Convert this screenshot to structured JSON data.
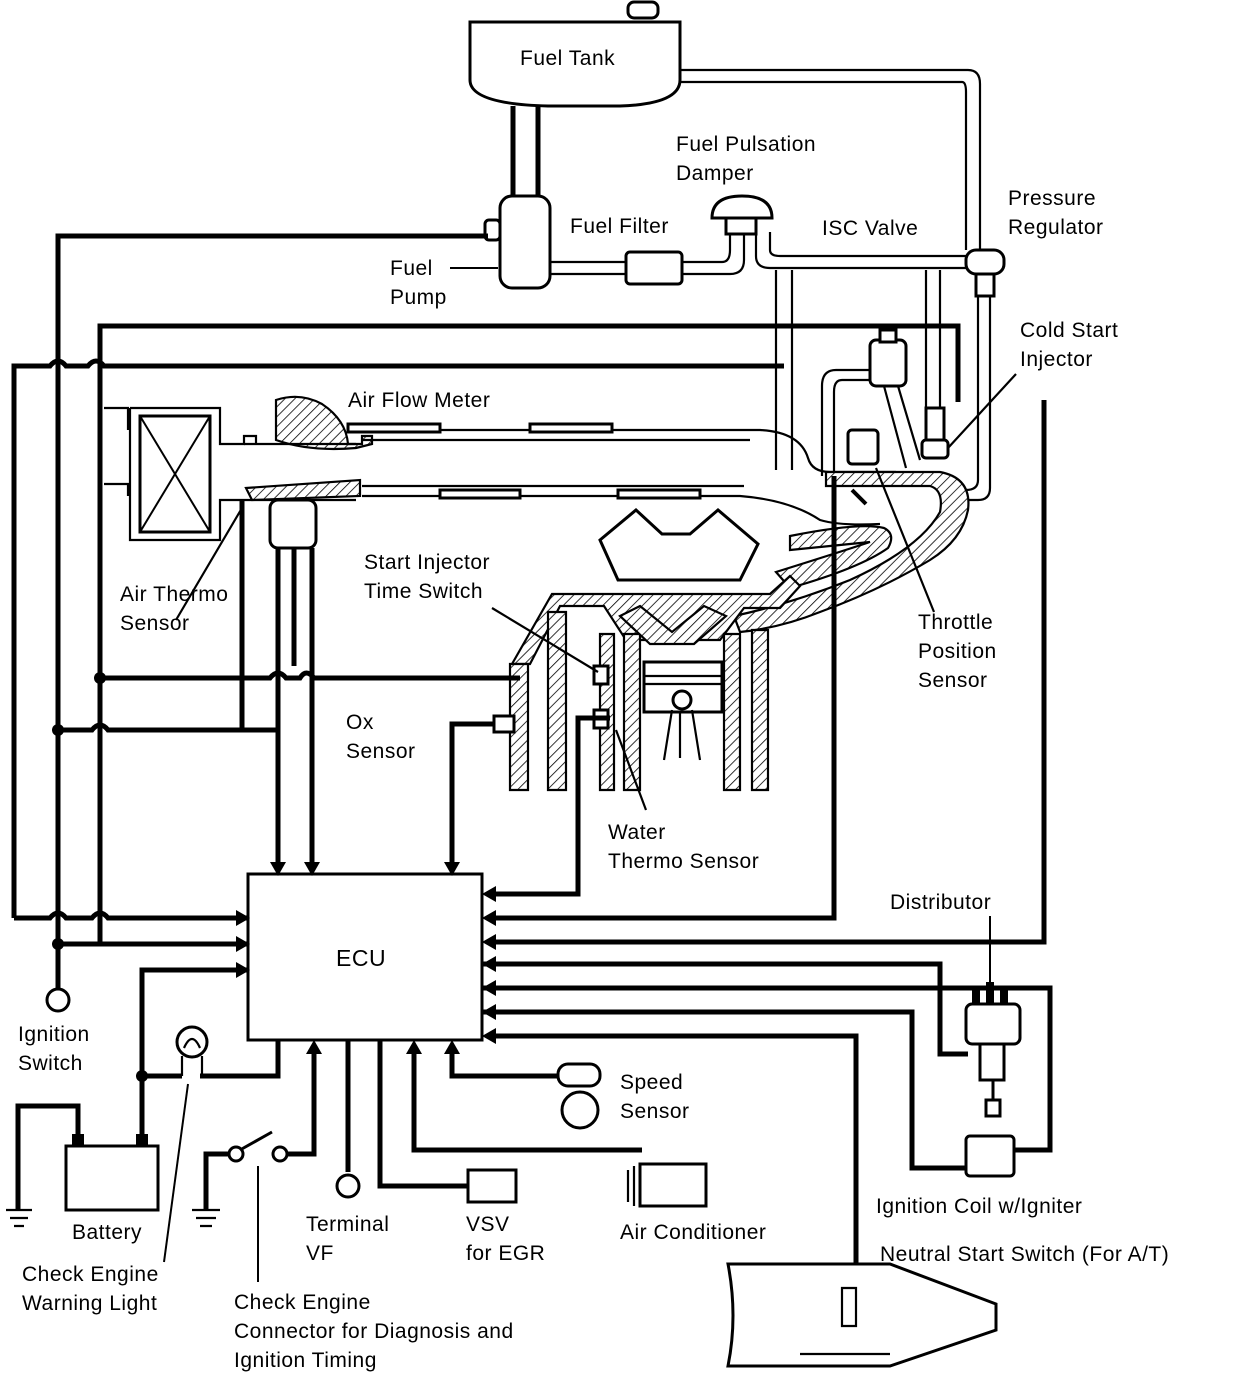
{
  "labels": {
    "fuel_tank": "Fuel Tank",
    "fuel_pulsation_damper": [
      "Fuel Pulsation",
      "Damper"
    ],
    "pressure_regulator": [
      "Pressure",
      "Regulator"
    ],
    "fuel_filter": "Fuel Filter",
    "isc_valve": "ISC Valve",
    "fuel_pump": [
      "Fuel",
      "Pump"
    ],
    "cold_start_injector": [
      "Cold Start",
      "Injector"
    ],
    "air_flow_meter": "Air Flow Meter",
    "start_injector_time_switch": [
      "Start Injector",
      "Time Switch"
    ],
    "air_thermo_sensor": [
      "Air Thermo",
      "Sensor"
    ],
    "throttle_position_sensor": [
      "Throttle",
      "Position",
      "Sensor"
    ],
    "ox_sensor": [
      "Ox",
      "Sensor"
    ],
    "water_thermo_sensor": [
      "Water",
      "Thermo Sensor"
    ],
    "ecu": "ECU",
    "distributor": "Distributor",
    "ignition_switch": [
      "Ignition",
      "Switch"
    ],
    "speed_sensor": [
      "Speed",
      "Sensor"
    ],
    "ignition_coil": "Ignition Coil w/Igniter",
    "battery": "Battery",
    "terminal_vf": [
      "Terminal",
      "VF"
    ],
    "vsv_for_egr": [
      "VSV",
      "for EGR"
    ],
    "air_conditioner": "Air Conditioner",
    "neutral_start_switch": "Neutral Start Switch (For A/T)",
    "check_engine_warning_light": [
      "Check Engine",
      "Warning Light"
    ],
    "check_engine_connector": [
      "Check Engine",
      "Connector for Diagnosis and",
      "Ignition Timing"
    ]
  }
}
